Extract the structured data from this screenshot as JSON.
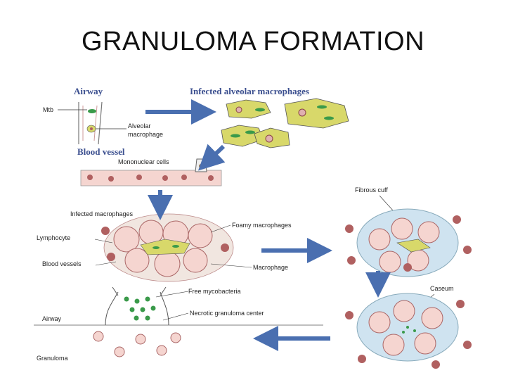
{
  "title": "GRANULOMA FORMATION",
  "labels": {
    "airway_top": "Airway",
    "infected_alveolar": "Infected alveolar macrophages",
    "mtb": "Mtb",
    "alveolar_1": "Alveolar",
    "alveolar_2": "macrophage",
    "blood_vessel": "Blood vessel",
    "mononuclear": "Mononuclear cells",
    "infected_macrophages": "Infected macrophages",
    "lymphocyte": "Lymphocyte",
    "blood_vessels": "Blood vessels",
    "foamy": "Foamy macrophages",
    "macrophage": "Macrophage",
    "fibrous_cuff": "Fibrous cuff",
    "caseum": "Caseum",
    "free_myco": "Free mycobacteria",
    "necrotic": "Necrotic granuloma center",
    "airway_bottom": "Airway",
    "granuloma": "Granuloma"
  },
  "colors": {
    "arrow": "#4a6fb0",
    "macrophage_fill": "#d8d86a",
    "bacteria": "#3a9a4a",
    "cell_pink": "#f5d5d0",
    "rbc": "#b06060",
    "fibrous": "#cfe3f0"
  }
}
